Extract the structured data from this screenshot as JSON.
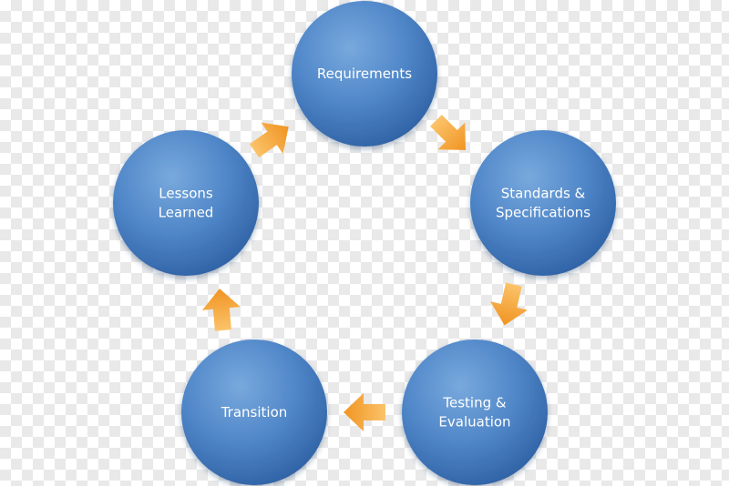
{
  "diagram": {
    "type": "cycle",
    "colors": {
      "node_light": "#78a9dd",
      "node_mid": "#4f86c8",
      "node_dark": "#2f62a5",
      "arrow_light": "#fbc36a",
      "arrow_dark": "#f09422",
      "text": "#ffffff"
    },
    "nodes": [
      {
        "id": "requirements",
        "lines": [
          "Requirements"
        ]
      },
      {
        "id": "standards",
        "lines": [
          "Standards &",
          "Specifications"
        ]
      },
      {
        "id": "testing",
        "lines": [
          "Testing &",
          "Evaluation"
        ]
      },
      {
        "id": "transition",
        "lines": [
          "Transition"
        ]
      },
      {
        "id": "lessons",
        "lines": [
          "Lessons",
          "Learned"
        ]
      }
    ],
    "arrows": [
      {
        "from": "requirements",
        "to": "standards",
        "icon": "arrow-right-down-icon"
      },
      {
        "from": "standards",
        "to": "testing",
        "icon": "arrow-down-icon"
      },
      {
        "from": "testing",
        "to": "transition",
        "icon": "arrow-left-icon"
      },
      {
        "from": "transition",
        "to": "lessons",
        "icon": "arrow-up-icon"
      },
      {
        "from": "lessons",
        "to": "requirements",
        "icon": "arrow-right-up-icon"
      }
    ]
  }
}
